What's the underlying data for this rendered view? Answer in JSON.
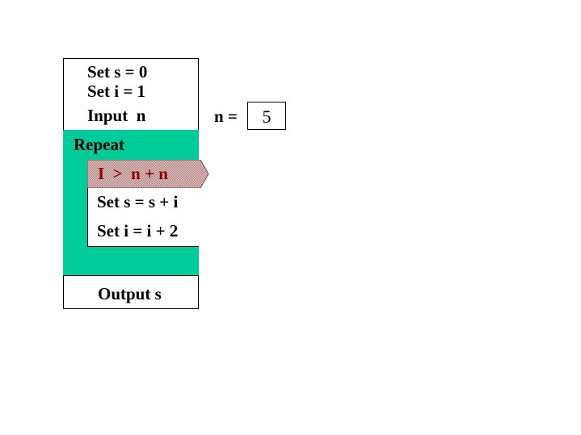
{
  "initialization": {
    "line1": "Set s = 0",
    "line2": "Set i = 1",
    "line3": "Input  n"
  },
  "loop": {
    "label": "Repeat",
    "condition": "I  >  n + n",
    "body_line1": "Set s = s + i",
    "body_line2": "Set i = i + 2"
  },
  "output": {
    "label": "Output s"
  },
  "input_display": {
    "label": "n =",
    "value": "5"
  },
  "colors": {
    "loop_fill": "#00cc99",
    "condition_text": "#8b0000",
    "condition_hatch": "#c8a0a0"
  }
}
